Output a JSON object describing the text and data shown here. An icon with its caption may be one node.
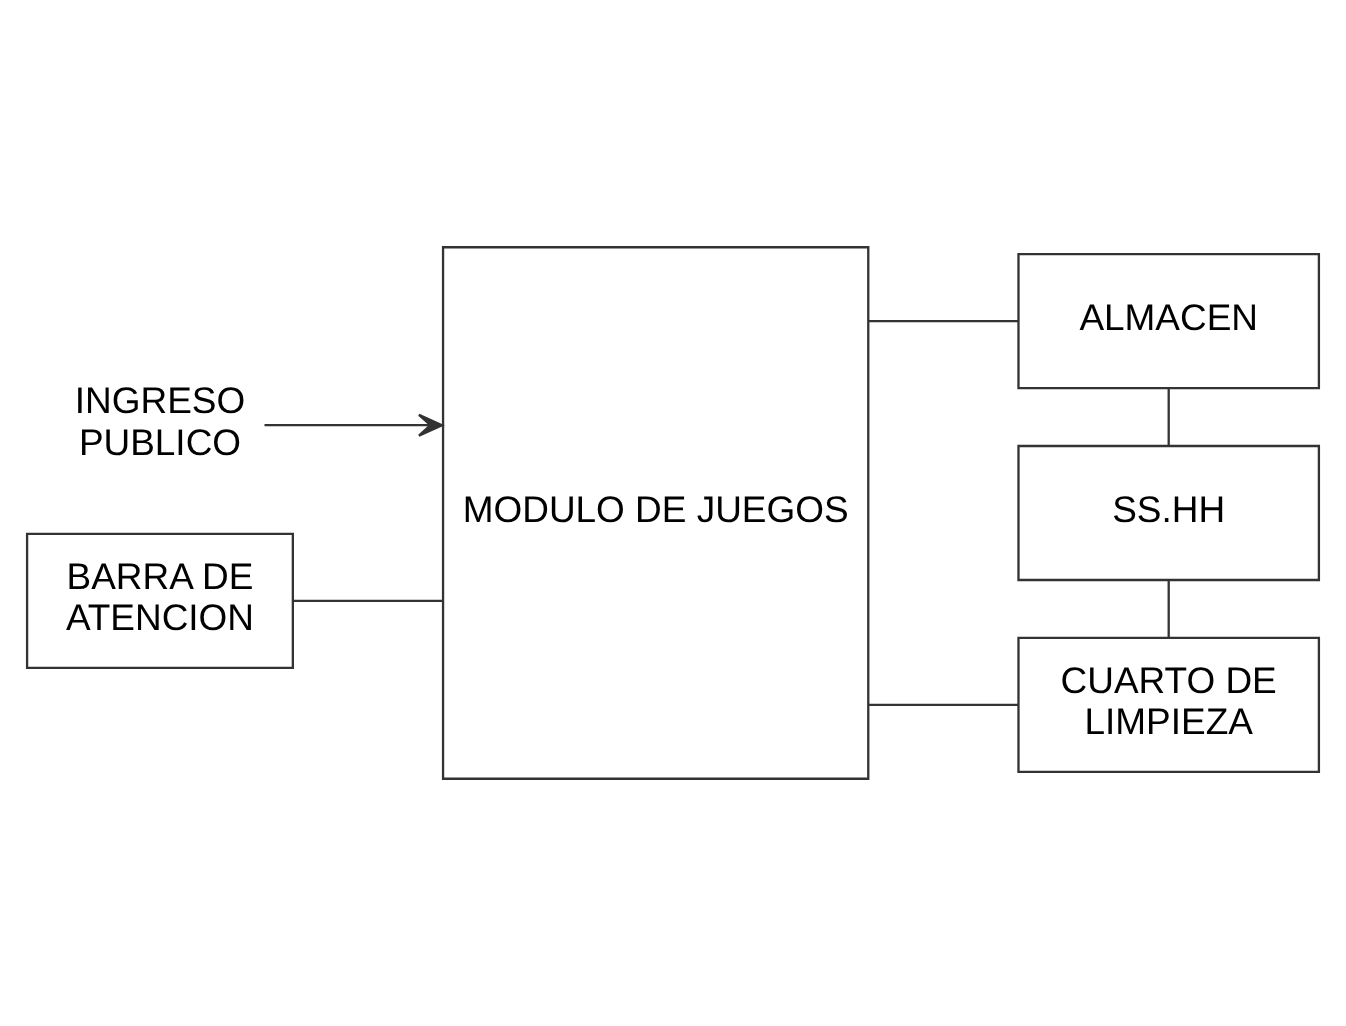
{
  "diagram": {
    "nodes": [
      {
        "text": [
          "INGRESO PUBLICO"
        ]
      },
      {
        "text": [
          "MODULO DE JUEGOS"
        ]
      },
      {
        "text": [
          "BARRA DE ATENCION"
        ]
      },
      {
        "text": [
          "ALMACEN"
        ]
      },
      {
        "text": [
          "SS.HH"
        ]
      },
      {
        "text": [
          "CUARTO DE LIMPIEZA"
        ]
      }
    ],
    "edges": [
      {
        "from": 0,
        "to": 1,
        "arrow": "to"
      },
      {
        "from": 2,
        "to": 1,
        "arrow": "none"
      },
      {
        "from": 1,
        "to": 3,
        "arrow": "none"
      },
      {
        "from": 1,
        "to": 5,
        "arrow": "none"
      },
      {
        "from": 3,
        "to": 4,
        "arrow": "none"
      },
      {
        "from": 4,
        "to": 5,
        "arrow": "none"
      }
    ]
  }
}
